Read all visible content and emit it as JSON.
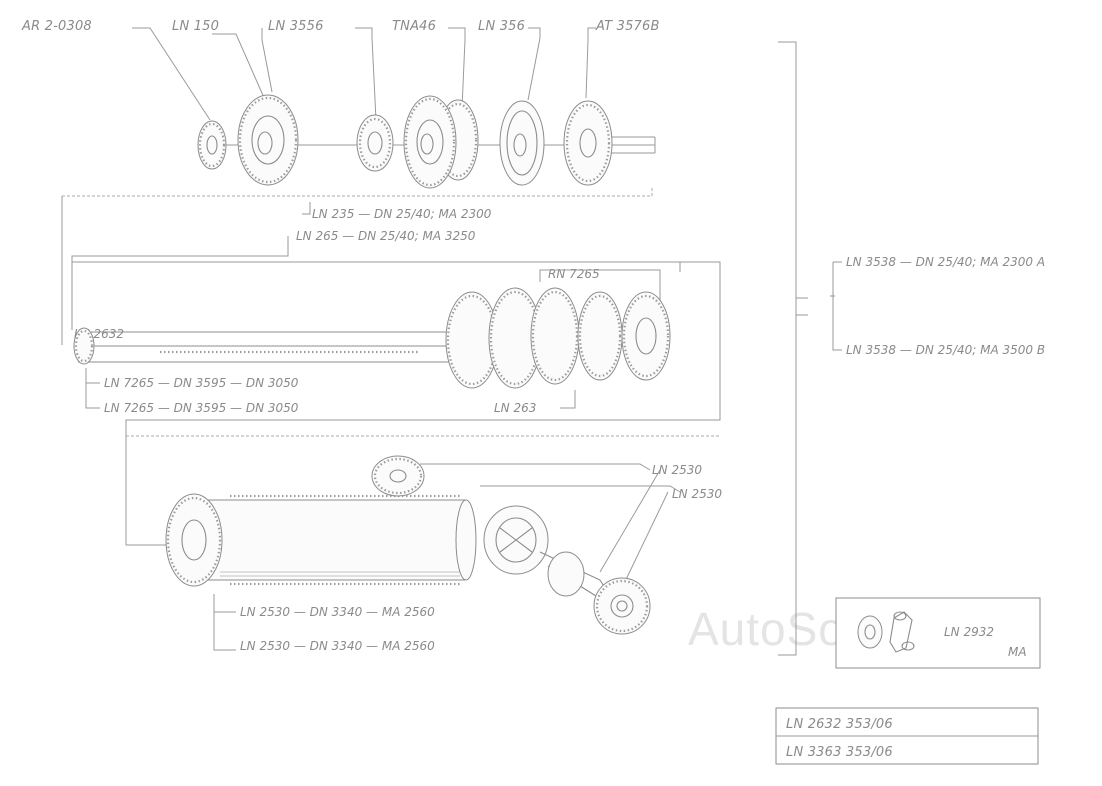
{
  "labels": {
    "top_1": "AR 2-0308",
    "top_2": "LN 150",
    "top_3": "LN 3556",
    "top_4": "TNA46",
    "top_5": "LN 356",
    "top_6": "AT 3576B",
    "mid_1": "LN 235 — DN 25/40; MA 2300",
    "mid_2": "LN 265 — DN 25/40; MA 3250",
    "mid_3": "RN 7265",
    "mid_left": "LN 2632",
    "mid_4": "LN 7265 — DN 3595 — DN 3050",
    "mid_5": "LN 7265 — DN 3595 — DN 3050",
    "mid_6": "LN 263",
    "right_1": "LN 3538 — DN 25/40; MA 2300 A",
    "right_2": "LN 3538 — DN 25/40; MA 3500 B",
    "low_1": "LN 2530",
    "low_2": "LN 2530",
    "low_3": "LN 2530 — DN 3340 — MA 2560",
    "low_4": "LN 2530 — DN 3340 — MA 2560",
    "inset_code": "LN 2932",
    "inset_tag": "MA",
    "table_row_1": "LN 2632 353/06",
    "table_row_2": "LN 3363 353/06"
  },
  "watermark": {
    "text": "AutoSoft"
  },
  "colors": {
    "line": "#9a9a9a",
    "text": "#8a8a8a",
    "watermark": "#e4e4e4",
    "background": "#ffffff"
  }
}
